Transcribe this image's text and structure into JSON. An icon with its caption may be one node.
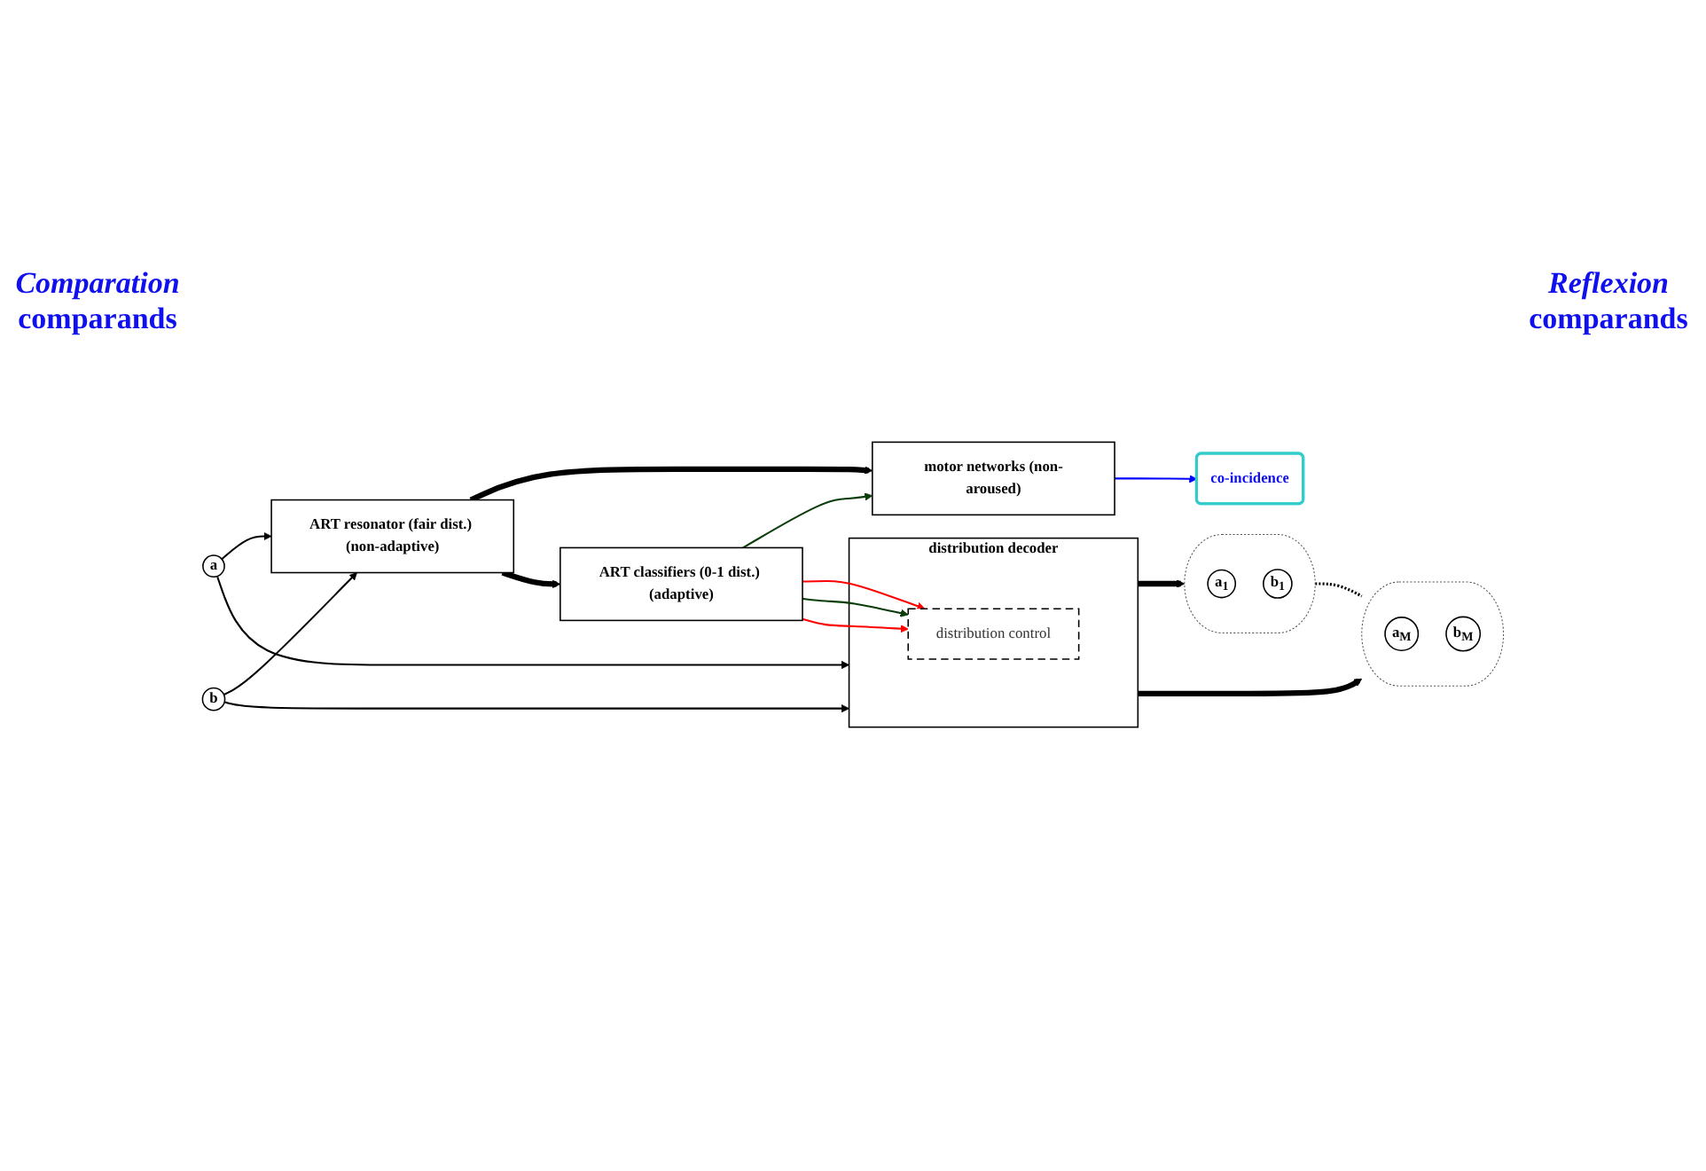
{
  "diagram": {
    "nodes": [
      {
        "text": [
          "motor networks (non-aroused)"
        ]
      },
      {
        "text": [
          "co-incidence"
        ]
      },
      {
        "text": [
          "a"
        ]
      },
      {
        "text": [
          "b"
        ]
      },
      {
        "text": [
          "ART resonator (fair dist.) (non-adaptive)"
        ]
      },
      {
        "text": [
          "ART classifiers (0-1 dist.) (adaptive)"
        ]
      },
      {
        "text": [
          "distribution decoder"
        ]
      },
      {
        "text": [
          "distribution control"
        ],
        "in": 6
      },
      {
        "text": [],
        "shape": "ellipse"
      },
      {
        "text": [
          "a$_{1}$"
        ],
        "in": 8
      },
      {
        "text": [
          "b$_{1}$"
        ],
        "in": 8
      },
      {
        "text": [],
        "shape": "ellipse"
      },
      {
        "text": [
          "a$_{M}$"
        ],
        "in": 11
      },
      {
        "text": [
          "b$_{M}$"
        ],
        "in": 11
      }
    ],
    "edges": [
      {
        "from": 2,
        "to": 4,
        "arrow": "to"
      },
      {
        "from": 3,
        "to": 4,
        "arrow": "to"
      },
      {
        "from": 2,
        "to": 6,
        "arrow": "to"
      },
      {
        "from": 3,
        "to": 6,
        "arrow": "to"
      },
      {
        "from": 4,
        "to": 0,
        "arrow": "to",
        "style": "thick"
      },
      {
        "from": 4,
        "to": 5,
        "arrow": "to",
        "style": "thick"
      },
      {
        "from": 0,
        "to": 1,
        "arrow": "to",
        "color": "#0000ff"
      },
      {
        "from": 5,
        "to": 0,
        "arrow": "to",
        "color": "#0b3d0b"
      },
      {
        "from": 5,
        "to": 7,
        "arrow": "to",
        "color": "#ff0000"
      },
      {
        "from": 5,
        "to": 7,
        "arrow": "to",
        "color": "#0b3d0b"
      },
      {
        "from": 5,
        "to": 7,
        "arrow": "to",
        "color": "#ff0000"
      },
      {
        "from": 6,
        "to": 8,
        "arrow": "to",
        "style": "thick"
      },
      {
        "from": 6,
        "to": 11,
        "arrow": "to",
        "style": "thick"
      },
      {
        "from": 8,
        "to": 11,
        "arrow": "none",
        "style": "dashed"
      }
    ],
    "labels": [
      "*Comparation* comparands",
      "*Reflexion* comparands"
    ]
  }
}
